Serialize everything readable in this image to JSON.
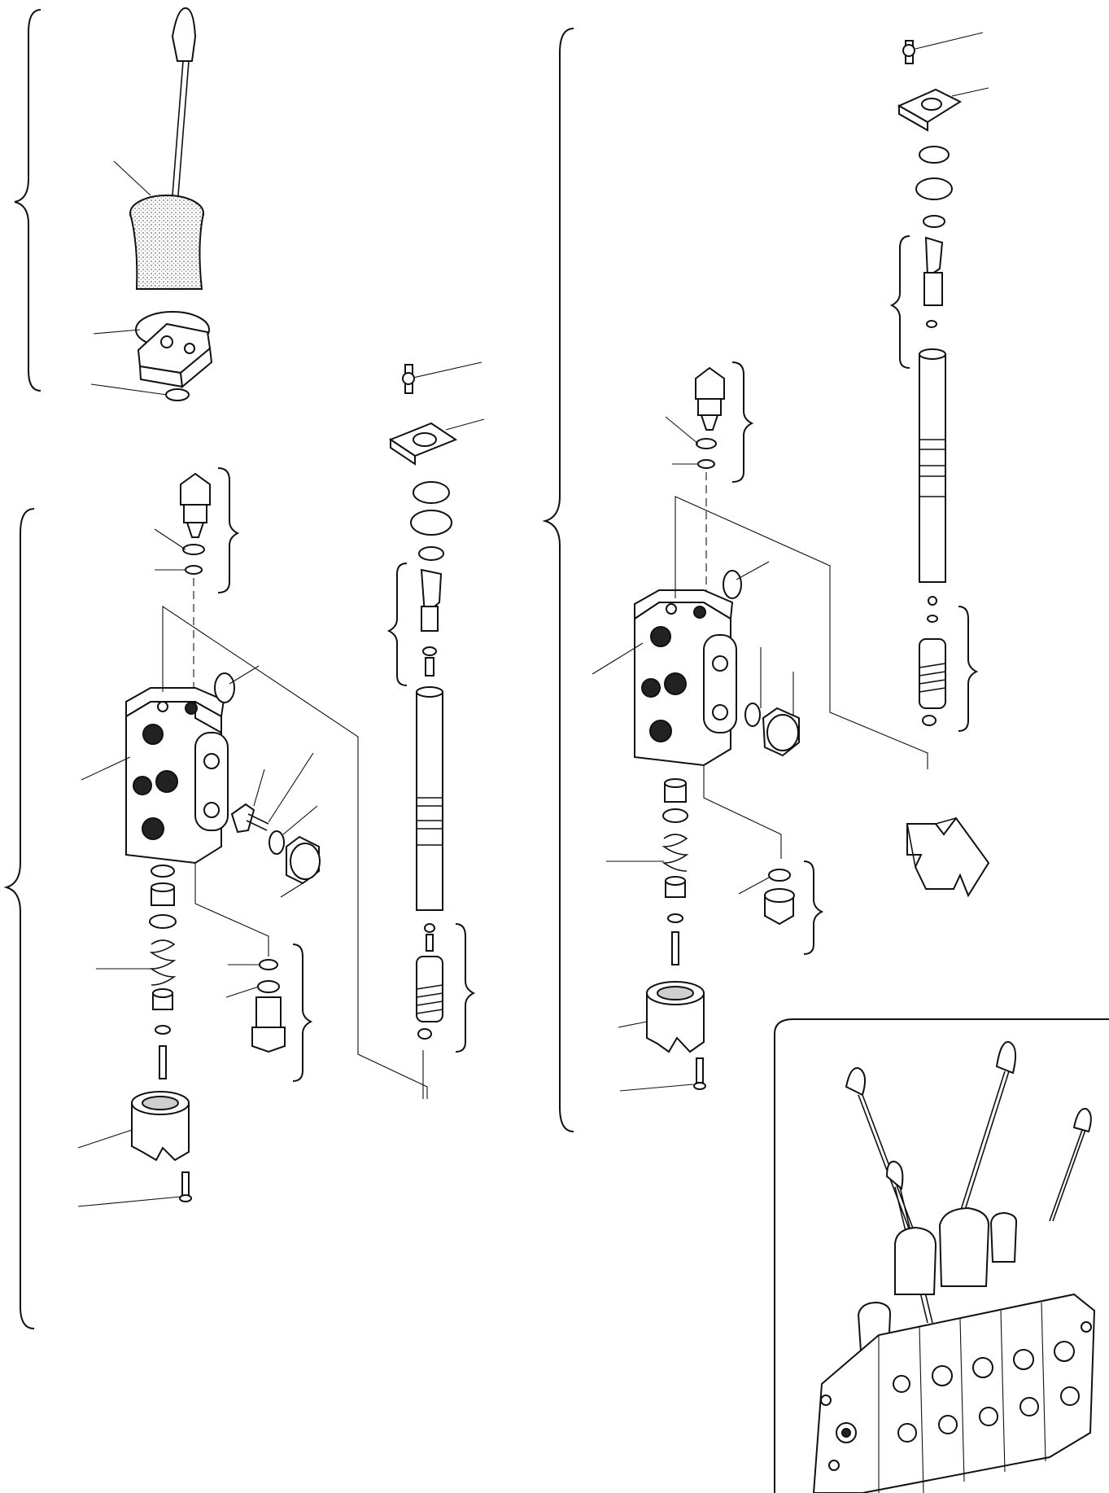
{
  "figure": {
    "kind": "exploded-parts-diagram",
    "labels": [],
    "groups": [
      {
        "name": "lever-assembly"
      },
      {
        "name": "valve-section-left"
      },
      {
        "name": "valve-section-right"
      },
      {
        "name": "control-valve-overview-inset"
      }
    ],
    "icons": [
      "direction-arrow-icon"
    ]
  }
}
